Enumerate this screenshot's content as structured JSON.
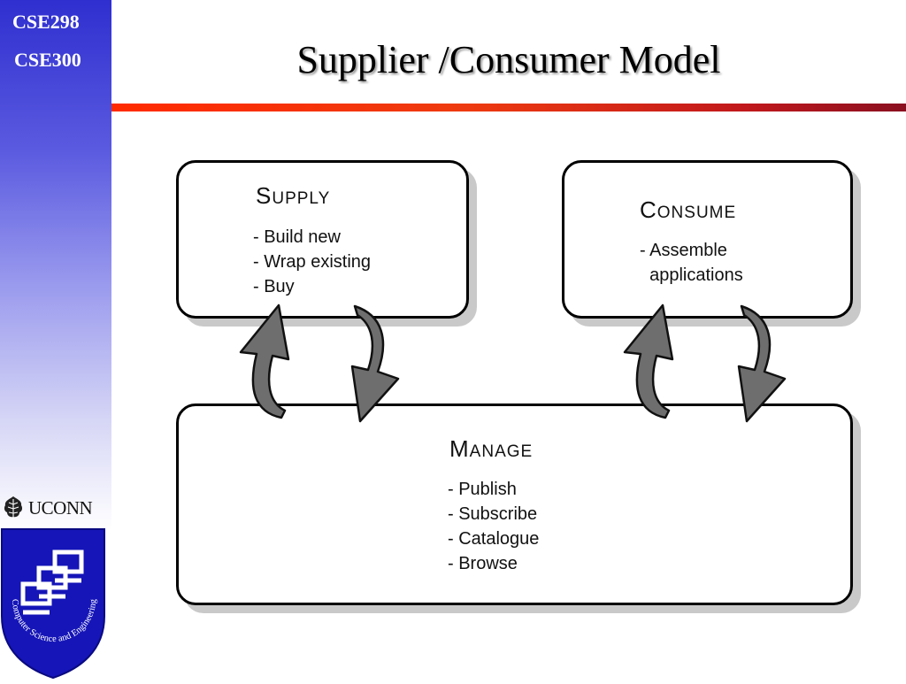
{
  "sidebar": {
    "course_line_1": "CSE298",
    "course_line_2": "CSE300",
    "uconn_text": "UCONN",
    "dept_text": "Computer Science and Engineering"
  },
  "slide": {
    "title": "Supplier /Consumer Model"
  },
  "diagram": {
    "supply": {
      "cap": "S",
      "rest": "UPPLY",
      "items": [
        "- Build new",
        "- Wrap existing",
        "- Buy"
      ]
    },
    "consume": {
      "cap": "C",
      "rest": "ONSUME",
      "items": [
        "- Assemble",
        "  applications"
      ]
    },
    "manage": {
      "cap": "M",
      "rest": "ANAGE",
      "items": [
        "- Publish",
        "- Subscribe",
        "- Catalogue",
        "- Browse"
      ]
    }
  },
  "colors": {
    "sidebar_top": "#2f2fd0",
    "rule_start": "#ff2a00",
    "rule_end": "#8a1020",
    "arrow_fill": "#6e6e6e"
  }
}
